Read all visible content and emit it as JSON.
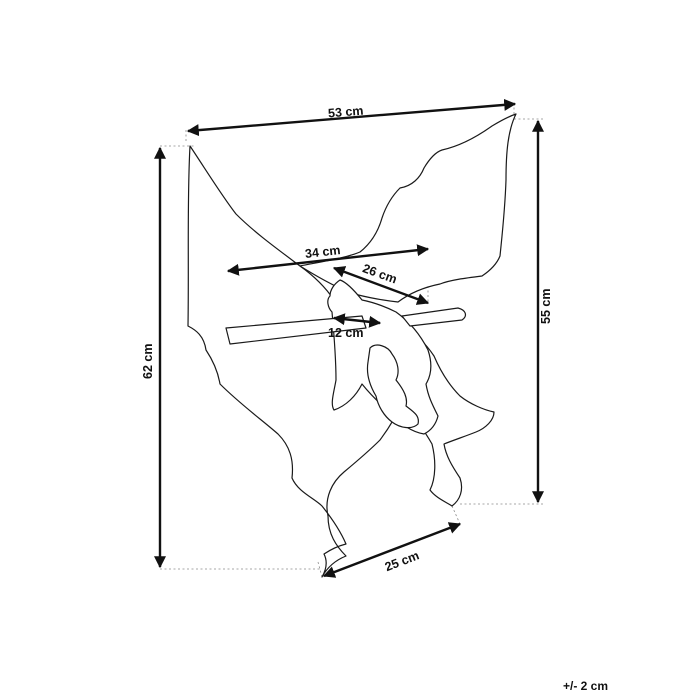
{
  "product_view": "butterfly-shaped wall shelf, perspective line drawing",
  "dimensions": {
    "width_top": "53 cm",
    "height_right": "55 cm",
    "height_left": "62 cm",
    "shelf_width": "34 cm",
    "shelf_depth": "26 cm",
    "shelf_small": "12 cm",
    "bottom_depth": "25 cm"
  },
  "tolerance": "+/- 2 cm",
  "colors": {
    "line": "#1a1a1a",
    "guide": "#8a8a8a",
    "background": "#ffffff"
  }
}
